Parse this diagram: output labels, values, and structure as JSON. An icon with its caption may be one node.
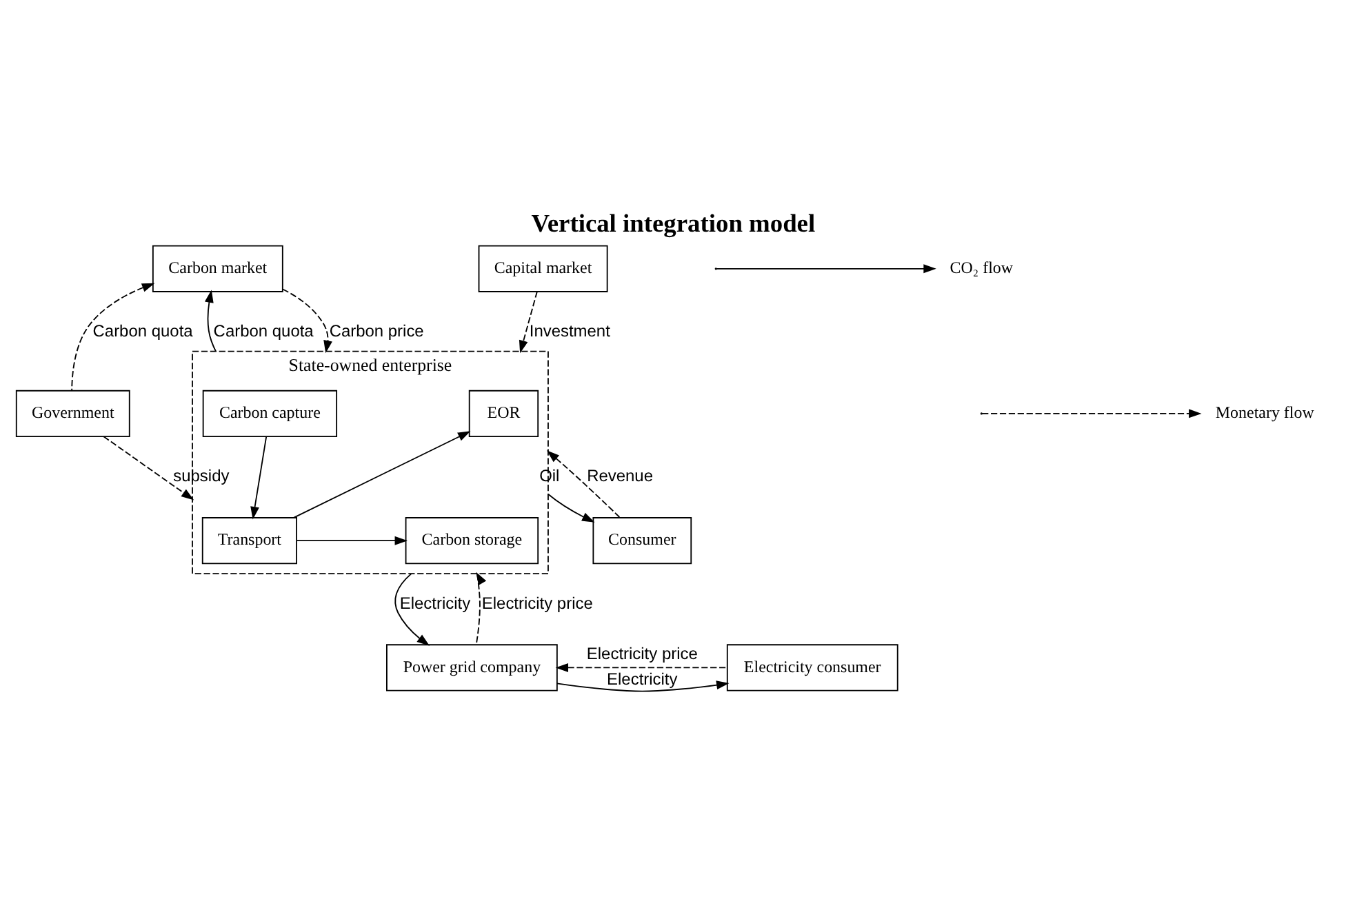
{
  "diagram": {
    "title": "Vertical integration model",
    "nodes": [
      {
        "text": [
          "Carbon market"
        ]
      },
      {
        "text": [
          "Capital market"
        ]
      },
      {
        "text": [
          "State-owned enterprise"
        ]
      },
      {
        "text": [
          "Carbon capture"
        ],
        "in": 2
      },
      {
        "text": [
          "EOR"
        ],
        "in": 2
      },
      {
        "text": [
          "Transport"
        ],
        "in": 2
      },
      {
        "text": [
          "Carbon storage"
        ],
        "in": 2
      },
      {
        "text": [
          "Government"
        ]
      },
      {
        "text": [
          "Consumer"
        ]
      },
      {
        "text": [
          "Power grid company"
        ]
      },
      {
        "text": [
          "Electricity consumer"
        ]
      }
    ],
    "edges": [
      {
        "from": 7,
        "to": 0,
        "arrow": "to",
        "label": "Carbon quota",
        "style": "dashed"
      },
      {
        "from": 2,
        "to": 0,
        "arrow": "to",
        "label": "Carbon quota"
      },
      {
        "from": 0,
        "to": 2,
        "arrow": "to",
        "label": "Carbon price",
        "style": "dashed"
      },
      {
        "from": 1,
        "to": 2,
        "arrow": "to",
        "label": "Investment",
        "style": "dashed"
      },
      {
        "from": 7,
        "to": 2,
        "arrow": "to",
        "label": "subsidy",
        "style": "dashed"
      },
      {
        "from": 2,
        "to": 8,
        "arrow": "to",
        "label": "Oil"
      },
      {
        "from": 8,
        "to": 2,
        "arrow": "to",
        "label": "Revenue",
        "style": "dashed"
      },
      {
        "from": 3,
        "to": 5,
        "arrow": "to"
      },
      {
        "from": 5,
        "to": 4,
        "arrow": "to"
      },
      {
        "from": 5,
        "to": 6,
        "arrow": "to"
      },
      {
        "from": 2,
        "to": 9,
        "arrow": "to",
        "label": "Electricity"
      },
      {
        "from": 9,
        "to": 2,
        "arrow": "to",
        "label": "Electricity price",
        "style": "dashed"
      },
      {
        "from": 9,
        "to": 10,
        "arrow": "to",
        "label": "Electricity"
      },
      {
        "from": 10,
        "to": 9,
        "arrow": "to",
        "label": "Electricity price",
        "style": "dashed"
      }
    ],
    "legend": [
      {
        "text": "CO₂ flow"
      },
      {
        "text": "Monetary flow"
      }
    ]
  }
}
